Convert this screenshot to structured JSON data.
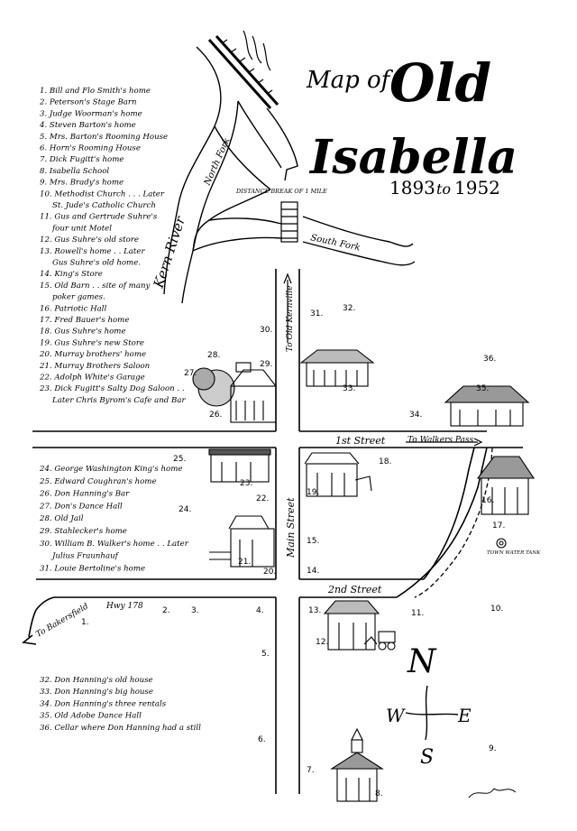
{
  "title": {
    "line1": "Map of",
    "line2": "Old",
    "line3": "Isabella",
    "years_start": "1893",
    "years_to": "to",
    "years_end": "1952"
  },
  "legend_top": [
    "1. Bill and Flo Smith's home",
    "2. Peterson's Stage Barn",
    "3. Judge Woorman's home",
    "4. Steven Barton's home",
    "5. Mrs. Barton's Rooming House",
    "6. Horn's Rooming House",
    "7. Dick Fugitt's home",
    "8. Isabella School",
    "9. Mrs. Brady's home",
    "10. Methodist Church . . . Later",
    "St. Jude's Catholic Church",
    "11. Gus and Gertrude Suhre's",
    "four unit Motel",
    "12. Gus Suhre's old store",
    "13. Rowell's home . . Later",
    "Gus Suhre's old home.",
    "14. King's Store",
    "15. Old Barn . . site of many",
    "poker games.",
    "16. Patriotic Hall",
    "17. Fred Bauer's home",
    "18. Gus Suhre's home",
    "19. Gus Suhre's new Store",
    "20. Murray brothers' home",
    "21. Murray Brothers Saloon",
    "22. Adolph White's Garage",
    "23. Dick Fugitt's Salty Dog Saloon . .",
    "Later Chris Byrom's Cafe and Bar"
  ],
  "legend_middle": [
    "24. George Washington King's home",
    "25. Edward Coughran's home",
    "26. Don Hanning's Bar",
    "27. Don's Dance Hall",
    "28. Old Jail",
    "29. Stahlecker's home",
    "30. William B. Walker's home . . Later",
    "Julius Fraunhauf",
    "31. Louie Bertoline's home"
  ],
  "legend_bottom": [
    "32. Don Hanning's old house",
    "33. Don Hanning's big house",
    "34. Don Hanning's three rentals",
    "35. Old Adobe Dance Hall",
    "36. Cellar where Don Hanning had a still"
  ],
  "streets": {
    "first": "1st Street",
    "second": "2nd Street",
    "main": "Main Street",
    "to_walkers_pass": "To Walkers Pass",
    "to_kernville": "To Old Kernville",
    "to_bakersfield": "To Bakersfield",
    "hwy": "Hwy 178"
  },
  "rivers": {
    "kern": "Kern River",
    "north_fork": "North Fork",
    "south_fork": "South Fork"
  },
  "notes": {
    "distance_break": "DISTANCE BREAK OF 1 MILE",
    "town_water_tank": "TOWN WATER TANK"
  },
  "compass": {
    "n": "N",
    "s": "S",
    "e": "E",
    "w": "W"
  },
  "map_numbers": [
    "1.",
    "2.",
    "3.",
    "4.",
    "5.",
    "6.",
    "7.",
    "8.",
    "9.",
    "10.",
    "11.",
    "12.",
    "13.",
    "14.",
    "15.",
    "16.",
    "17.",
    "18.",
    "19.",
    "20.",
    "21.",
    "22.",
    "23.",
    "24.",
    "25.",
    "26.",
    "27.",
    "28.",
    "29.",
    "30.",
    "31.",
    "32.",
    "33.",
    "34.",
    "35.",
    "36."
  ]
}
